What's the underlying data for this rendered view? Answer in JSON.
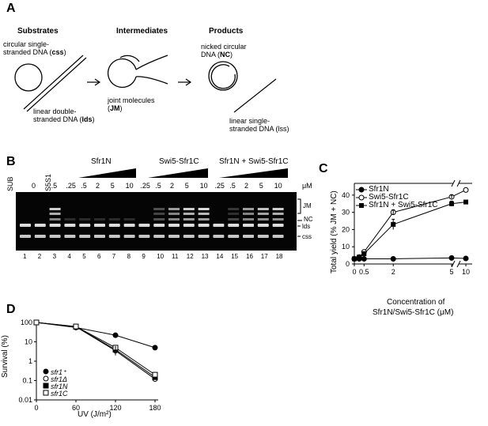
{
  "panelA": {
    "letter": "A",
    "headers": {
      "substrates": "Substrates",
      "intermediates": "Intermediates",
      "products": "Products"
    },
    "css_label": [
      "circular single-",
      "stranded DNA (",
      "css",
      ")"
    ],
    "lds_label": [
      "linear double-",
      "stranded DNA (",
      "lds",
      ")"
    ],
    "jm_label": [
      "joint molecules",
      "(",
      "JM",
      ")"
    ],
    "nc_label": [
      "nicked circular",
      "DNA (",
      "NC",
      ")"
    ],
    "lss_label": [
      "linear single-",
      "stranded DNA (lss)"
    ]
  },
  "panelB": {
    "letter": "B",
    "groups": [
      "Sfr1N",
      "Swi5-Sfr1C",
      "Sfr1N + Swi5-Sfr1C"
    ],
    "lane_top": [
      "SUB",
      "0",
      "S5S1"
    ],
    "conc": [
      ".5",
      ".25",
      ".5",
      "2",
      "5",
      "10",
      ".25",
      ".5",
      "2",
      "5",
      "10",
      ".25",
      ".5",
      "2",
      "5",
      "10"
    ],
    "unit": "μM",
    "lane_numbers": [
      "1",
      "2",
      "3",
      "4",
      "5",
      "6",
      "7",
      "8",
      "9",
      "10",
      "11",
      "12",
      "13",
      "14",
      "15",
      "16",
      "17",
      "18"
    ],
    "bands": {
      "jm": "JM",
      "nc": "NC",
      "lds": "lds",
      "css": "css"
    }
  },
  "panelC": {
    "letter": "C",
    "chart_data": {
      "type": "line",
      "ylabel": "Total yield (% JM + NC)",
      "xlabel": [
        "Concentration of",
        "Sfr1N/Swi5-Sfr1C (μM)"
      ],
      "xticks": [
        "0",
        "0.5",
        "2",
        "5",
        "10"
      ],
      "yticks": [
        "0",
        "10",
        "20",
        "30",
        "40"
      ],
      "ylim": [
        0,
        45
      ],
      "x": [
        0,
        0.25,
        0.5,
        2,
        5,
        10
      ],
      "series": [
        {
          "name": "Sfr1N",
          "marker": "filled-circle",
          "values": [
            3,
            3,
            3,
            3,
            3.5,
            3.2
          ]
        },
        {
          "name": "Swi5-Sfr1C",
          "marker": "open-circle",
          "values": [
            3,
            4,
            7,
            30,
            39,
            43
          ]
        },
        {
          "name": "Sfr1N + Swi5-Sfr1C",
          "marker": "filled-square",
          "values": [
            3,
            4,
            6,
            23,
            35,
            36
          ]
        }
      ]
    }
  },
  "panelD": {
    "letter": "D",
    "chart_data": {
      "type": "line",
      "ylabel": "Survival (%)",
      "xlabel": "UV (J/m²)",
      "xticks": [
        "0",
        "60",
        "120",
        "180"
      ],
      "yticks": [
        "100",
        "10",
        "1",
        "0.1",
        "0.01"
      ],
      "yscale": "log",
      "x": [
        0,
        60,
        120,
        180
      ],
      "series": [
        {
          "name": "sfr1⁺",
          "marker": "filled-circle",
          "values": [
            100,
            55,
            22,
            5
          ]
        },
        {
          "name": "sfr1Δ",
          "marker": "open-circle",
          "values": [
            100,
            60,
            3.5,
            0.12
          ]
        },
        {
          "name": "sfr1N",
          "marker": "filled-square",
          "values": [
            100,
            60,
            4,
            0.15
          ]
        },
        {
          "name": "sfr1C",
          "marker": "open-square",
          "values": [
            100,
            62,
            5,
            0.2
          ]
        }
      ]
    }
  }
}
